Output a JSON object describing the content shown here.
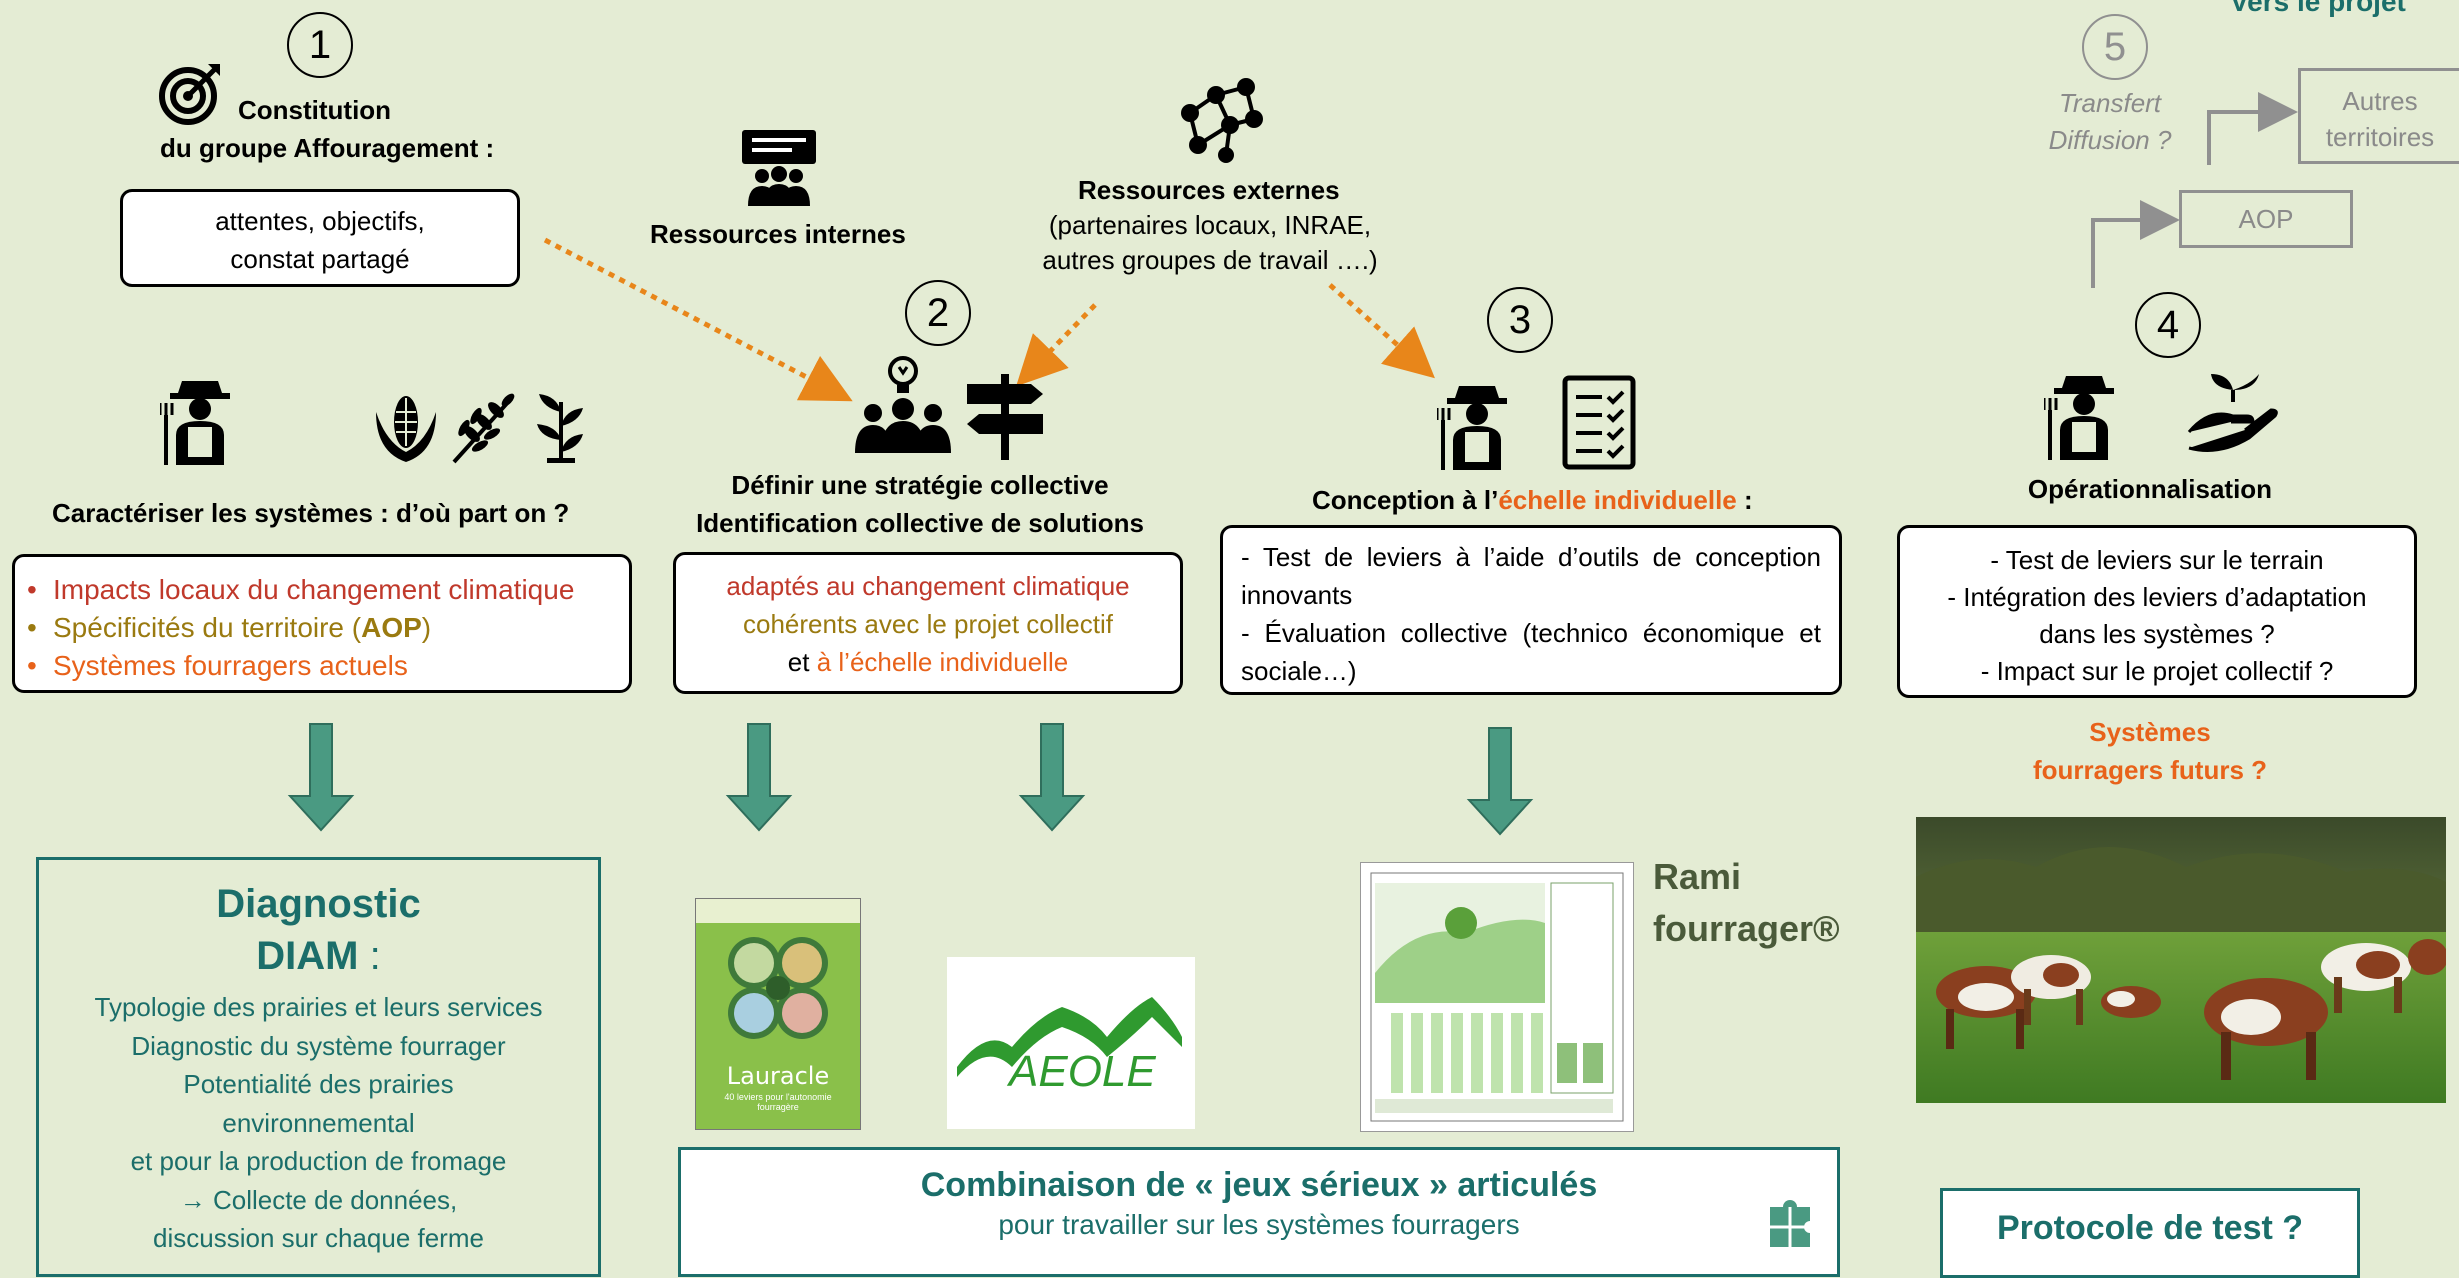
{
  "header_cut": "Vers le projet",
  "step1": {
    "number": "1",
    "title_line1": "Constitution",
    "title_line2": "du groupe Affouragement :",
    "box_line1": "attentes, objectifs,",
    "box_line2": "constat partagé"
  },
  "internal": {
    "label": "Ressources internes"
  },
  "external": {
    "title": "Ressources externes",
    "line1": "(partenaires locaux, INRAE,",
    "line2": "autres groupes de travail ….)"
  },
  "step2": {
    "number": "2",
    "title_line1": "Définir une stratégie collective",
    "title_line2": "Identification collective de solutions",
    "box_line1": "adaptés au changement climatique",
    "box_line2": "cohérents avec le projet collectif",
    "box_line3_a": "et ",
    "box_line3_b": "à l’échelle individuelle"
  },
  "step3": {
    "number": "3",
    "title_a": "Conception à l’",
    "title_b": "échelle individuelle",
    "title_c": " :",
    "box_line1": "- Test de leviers à l’aide d’outils de conception innovants",
    "box_line2": "- Évaluation collective (technico économique et sociale…)"
  },
  "step4": {
    "number": "4",
    "title": "Opérationnalisation",
    "box_line1": "- Test de leviers sur le terrain",
    "box_line2": "- Intégration des leviers d’adaptation",
    "box_line3": "dans les systèmes ?",
    "box_line4": "- Impact sur le projet collectif ?",
    "future_line1": "Systèmes",
    "future_line2": "fourragers futurs ?"
  },
  "step5": {
    "number": "5",
    "line1": "Transfert",
    "line2": "Diffusion ?",
    "aop": "AOP",
    "autres_line1": "Autres",
    "autres_line2": "territoires"
  },
  "characterize": {
    "title": "Caractériser les systèmes : d’où part on ?",
    "item1": "Impacts locaux du changement climatique",
    "item2_a": "Spécificités du territoire (",
    "item2_b": "AOP",
    "item2_c": ")",
    "item3": "Systèmes fourragers actuels"
  },
  "diagnostic": {
    "title_line1": "Diagnostic",
    "title_line2": "DIAM",
    "title_colon": " :",
    "lines": [
      "Typologie des prairies et leurs services",
      "Diagnostic du système fourrager",
      "Potentialité des prairies",
      "environnemental",
      "et pour la production de fromage",
      "→ Collecte de données,",
      "discussion sur chaque ferme"
    ]
  },
  "games": {
    "laurade_title": "Lauracle",
    "laurade_sub": "40 leviers pour l'autonomie fourragère",
    "aeole": "AEOLE",
    "rami_line1": "Rami",
    "rami_line2": "fourrager®",
    "combo_title": "Combinaison de « jeux sérieux » articulés",
    "combo_sub": "pour travailler sur les systèmes fourragers"
  },
  "protocol": {
    "title": "Protocole de test ?"
  },
  "colors": {
    "background": "#e4ecd4",
    "red": "#c0392b",
    "olive": "#9a7a10",
    "orange": "#e8621a",
    "teal": "#1b6e6a",
    "arrow": "#4a9a82",
    "dotted": "#e8861a",
    "grey": "#909090"
  }
}
